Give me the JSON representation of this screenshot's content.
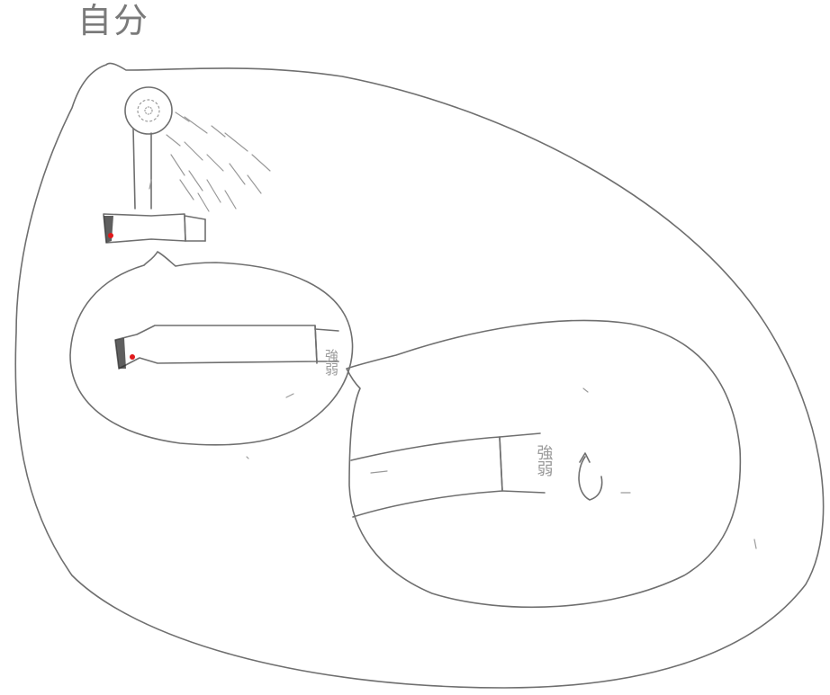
{
  "label": {
    "text": "自分"
  },
  "cigarette_markings": {
    "middle": "強弱",
    "large": "強弱"
  },
  "colors": {
    "pencil": "#6f6f6f",
    "ember_red": "#e0191b",
    "paper": "#ffffff"
  }
}
